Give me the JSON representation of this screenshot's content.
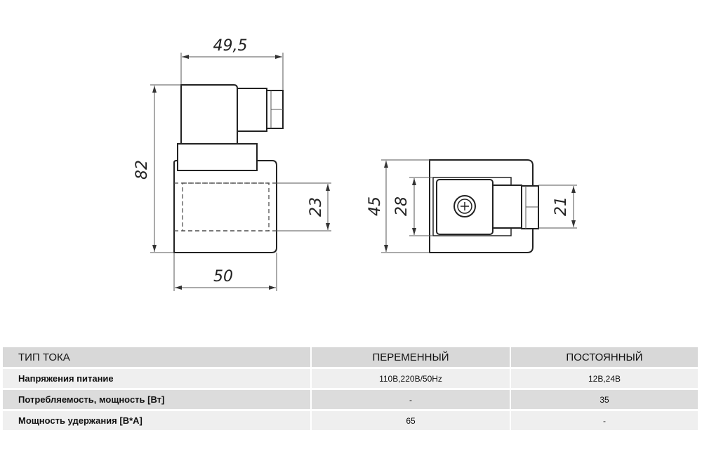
{
  "drawing": {
    "side_view": {
      "dim_top": "49,5",
      "dim_height": "82",
      "dim_bore": "23",
      "dim_bottom": "50"
    },
    "front_view": {
      "dim_height": "45",
      "dim_inner": "28",
      "dim_connector": "21"
    }
  },
  "table": {
    "headers": [
      "ТИП ТОКА",
      "ПЕРЕМЕННЫЙ",
      "ПОСТОЯННЫЙ"
    ],
    "rows": [
      [
        "Напряжения питание",
        "110В,220В/50Hz",
        "12В,24В"
      ],
      [
        "Потребляемость, мощность [Вт]",
        "-",
        "35"
      ],
      [
        "Мощность удержания [В*А]",
        "65",
        "-"
      ]
    ]
  }
}
